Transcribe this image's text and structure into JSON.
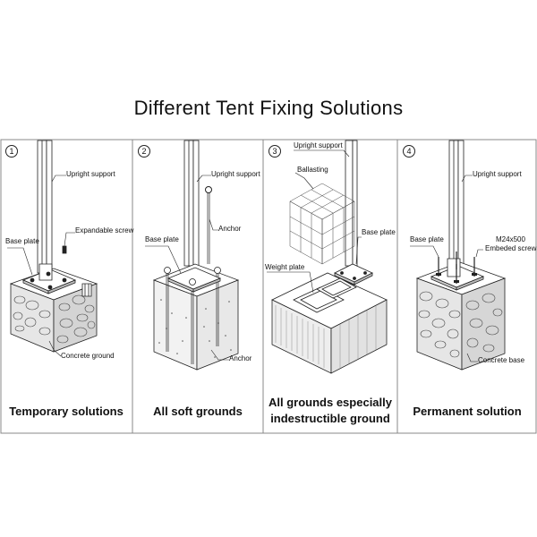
{
  "title": "Different Tent Fixing Solutions",
  "panels": [
    {
      "number": "1",
      "labels": {
        "upright": "Upright support",
        "screw": "Expandable screw",
        "plate": "Base plate",
        "ground": "Concrete ground"
      },
      "caption": "Temporary solutions"
    },
    {
      "number": "2",
      "labels": {
        "upright": "Upright support",
        "plate": "Base plate",
        "anchor_top": "Anchor",
        "anchor_bottom": "Anchor"
      },
      "caption": "All soft grounds"
    },
    {
      "number": "3",
      "labels": {
        "upright": "Upright support",
        "ballast": "Ballasting",
        "plate": "Base plate",
        "weight": "Weight plate"
      },
      "caption_line1": "All grounds especially",
      "caption_line2": "indestructible ground"
    },
    {
      "number": "4",
      "labels": {
        "upright": "Upright support",
        "plate": "Base plate",
        "bolt_size": "M24x500",
        "bolt": "Embeded screw",
        "base": "Concrete base"
      },
      "caption": "Permanent solution"
    }
  ]
}
